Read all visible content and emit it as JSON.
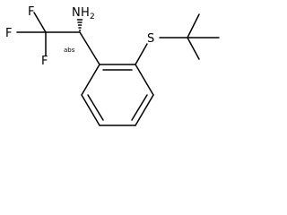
{
  "molecule": {
    "atoms": {
      "f_top": "F",
      "f_left": "F",
      "f_bottom": "F",
      "amine_n": "N",
      "amine_h": "H",
      "amine_sub": "2",
      "sulfur": "S"
    },
    "stereo_label": "abs"
  }
}
